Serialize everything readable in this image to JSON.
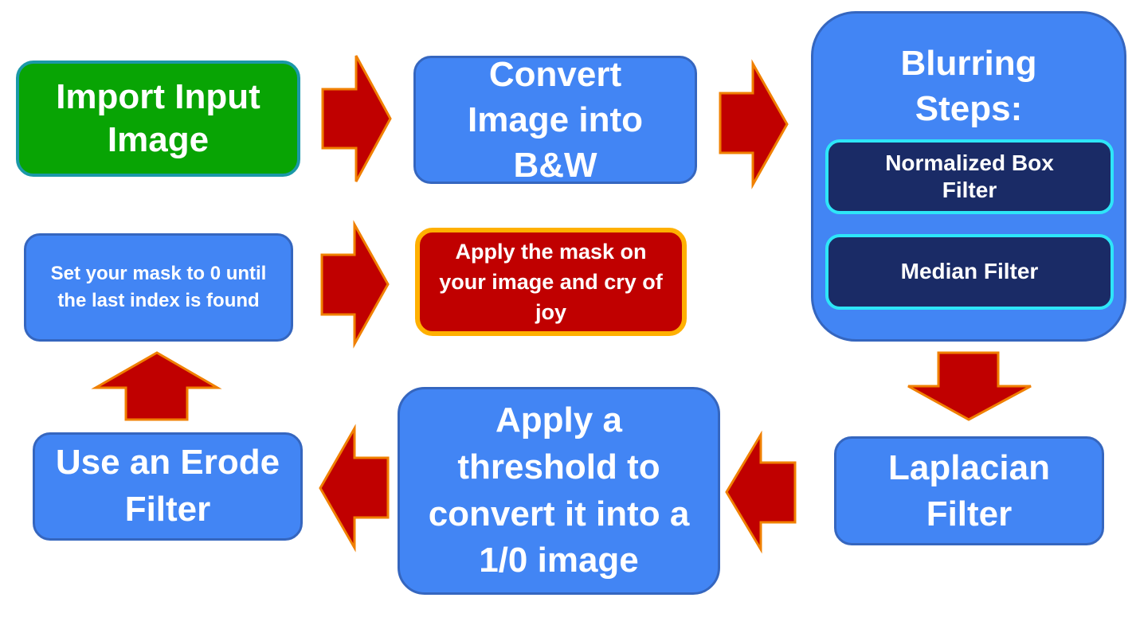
{
  "colors": {
    "start": "#08a404",
    "step": "#4285f4",
    "sub_step": "#1a2b66",
    "end": "#c00000",
    "arrow_fill": "#c00000",
    "arrow_stroke": "#f08000"
  },
  "steps": {
    "import": "Import Input Image",
    "convert": "Convert Image into B&W",
    "blurring_title": "Blurring Steps:",
    "box_filter": "Normalized Box Filter",
    "median_filter": "Median Filter",
    "laplacian": "Laplacian Filter",
    "threshold": "Apply a threshold to convert it into a 1/0 image",
    "erode": "Use an Erode Filter",
    "mask": "Set your mask to 0 until the last index is found",
    "apply_mask": "Apply the mask on your image and cry of joy"
  }
}
